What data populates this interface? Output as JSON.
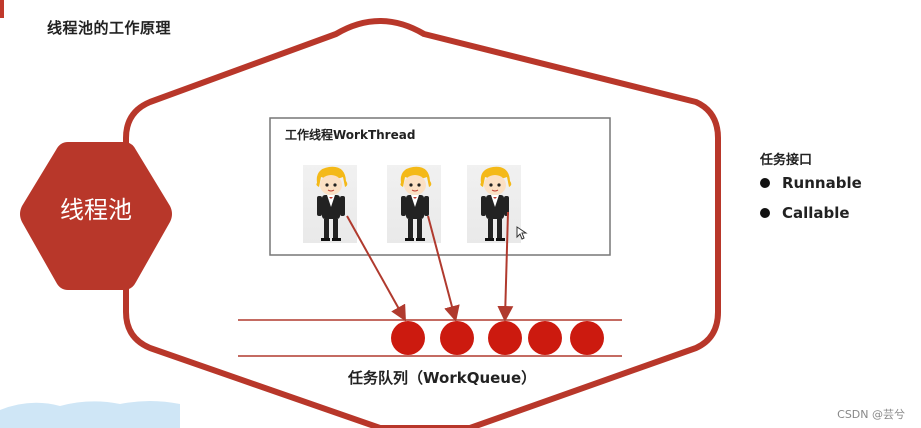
{
  "title": "线程池的工作原理",
  "pool": {
    "label": "线程池"
  },
  "workers": {
    "title": "工作线程WorkThread",
    "count": 3
  },
  "queue": {
    "label": "任务队列（WorkQueue）",
    "task_count": 5
  },
  "interfaces": {
    "title": "任务接口",
    "items": [
      "Runnable",
      "Callable"
    ]
  },
  "watermark": "CSDN @芸兮",
  "icons": [
    "worker-figure-icon",
    "mouse-cursor-icon",
    "bullet-dot-icon"
  ],
  "colors": {
    "accent": "#b8372a",
    "task": "#cc1a0f",
    "arrow": "#b03a2e",
    "frame": "#777777"
  }
}
